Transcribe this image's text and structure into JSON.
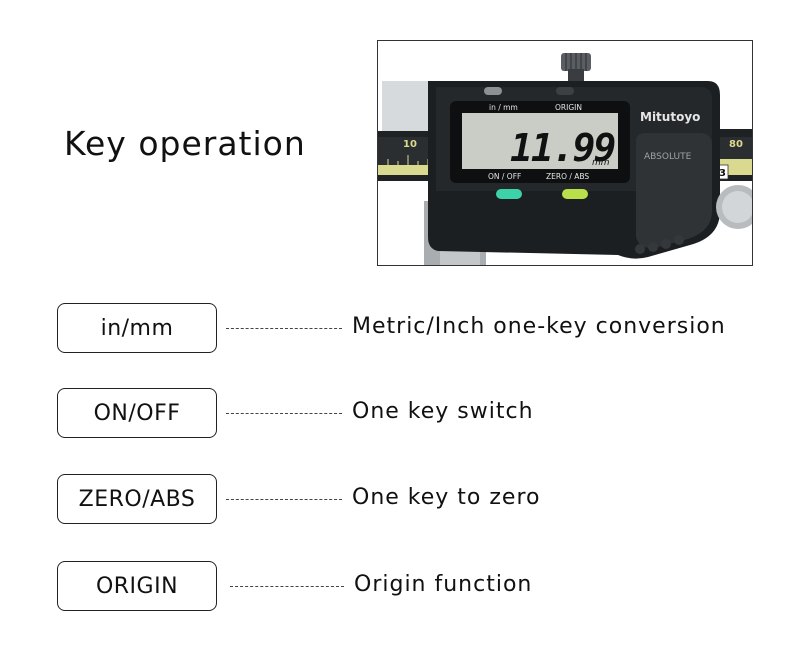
{
  "title": "Key operation",
  "photo": {
    "brand": "Mitutoyo",
    "button_in_mm": "in / mm",
    "button_origin": "ORIGIN",
    "button_on_off": "ON / OFF",
    "button_zero_abs": "ZERO / ABS",
    "reading": "11.99",
    "unit": "mm",
    "absolute": "ABSOLUTE",
    "scale_left": "10",
    "scale_right": "80",
    "scale_small": "3"
  },
  "keys": [
    {
      "label": "in/mm",
      "description": "Metric/Inch one-key conversion"
    },
    {
      "label": "ON/OFF",
      "description": "One key switch"
    },
    {
      "label": "ZERO/ABS",
      "description": "One key to zero"
    },
    {
      "label": "ORIGIN",
      "description": "Origin function"
    }
  ],
  "colors": {
    "body": "#1c1f22",
    "lcd": "#c9cdc6",
    "scale_yellow": "#d9d98f",
    "on_off_key": "#3ed2a8",
    "zero_abs_key": "#b9e04a"
  }
}
